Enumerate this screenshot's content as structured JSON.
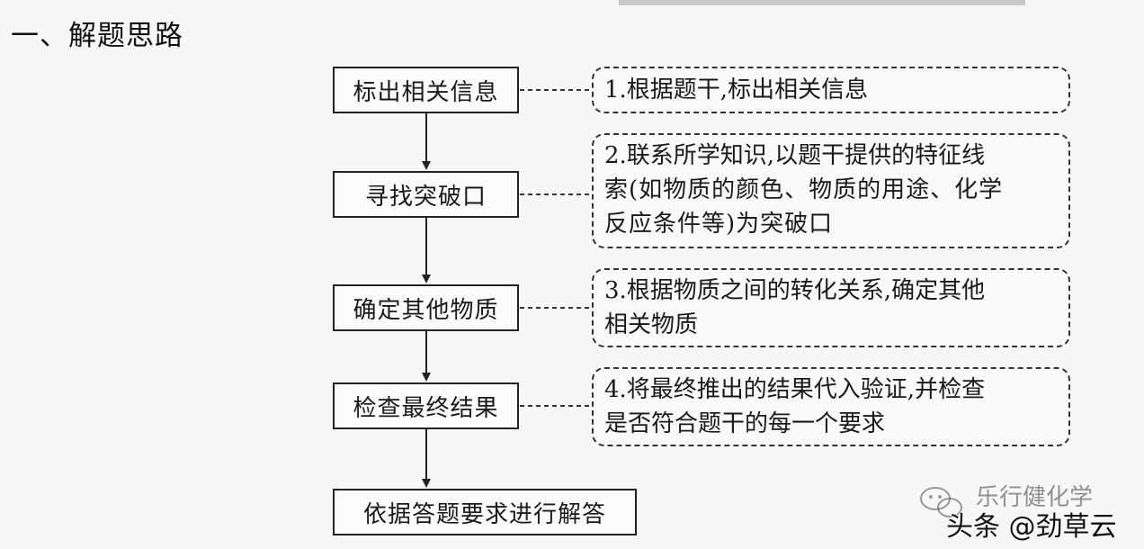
{
  "heading": "一、解题思路",
  "steps": [
    {
      "label": "标出相关信息"
    },
    {
      "label": "寻找突破口"
    },
    {
      "label": "确定其他物质"
    },
    {
      "label": "检查最终结果"
    },
    {
      "label": "依据答题要求进行解答"
    }
  ],
  "notes": [
    {
      "lines": [
        "1.根据题干,标出相关信息"
      ]
    },
    {
      "lines": [
        "2.联系所学知识,以题干提供的特征线",
        "索(如物质的颜色、物质的用途、化学",
        "反应条件等)为突破口"
      ]
    },
    {
      "lines": [
        "3.根据物质之间的转化关系,确定其他",
        "相关物质"
      ]
    },
    {
      "lines": [
        "4.将最终推出的结果代入验证,并检查",
        "是否符合题干的每一个要求"
      ]
    }
  ],
  "watermark": {
    "line1": "乐行健化学",
    "line2": "头条 @劲草云"
  }
}
